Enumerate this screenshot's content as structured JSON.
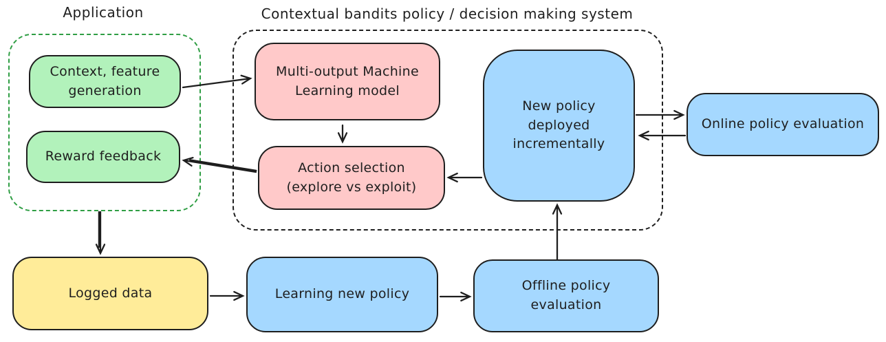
{
  "diagram": {
    "stroke_color": "#1e1e1e",
    "background_color": "#ffffff",
    "containers": [
      {
        "id": "application",
        "label": "Application",
        "border_color": "#2f9e44",
        "border_style": "dashed"
      },
      {
        "id": "bandits",
        "label": "Contextual bandits policy / decision making system",
        "border_color": "#1e1e1e",
        "border_style": "dashed"
      }
    ],
    "nodes": [
      {
        "id": "context",
        "label": "Context, feature generation",
        "fill": "#b2f2bb",
        "container": "application"
      },
      {
        "id": "reward",
        "label": "Reward feedback",
        "fill": "#b2f2bb",
        "container": "application"
      },
      {
        "id": "multi_output",
        "label": "Multi-output Machine Learning model",
        "fill": "#ffc9c9",
        "container": "bandits"
      },
      {
        "id": "action_selection",
        "label": "Action selection (explore vs exploit)",
        "fill": "#ffc9c9",
        "container": "bandits"
      },
      {
        "id": "new_policy",
        "label": "New policy deployed incrementally",
        "fill": "#a5d8ff",
        "container": "bandits"
      },
      {
        "id": "online_eval",
        "label": "Online policy evaluation",
        "fill": "#a5d8ff",
        "container": null
      },
      {
        "id": "logged_data",
        "label": "Logged data",
        "fill": "#ffec99",
        "container": null
      },
      {
        "id": "learning",
        "label": "Learning new policy",
        "fill": "#a5d8ff",
        "container": null
      },
      {
        "id": "offline_eval",
        "label": "Offline policy evaluation",
        "fill": "#a5d8ff",
        "container": null
      }
    ],
    "edges": [
      {
        "from": "context",
        "to": "multi_output",
        "points": [
          [
            266,
            127
          ],
          [
            364,
            114
          ]
        ],
        "double": false
      },
      {
        "from": "multi_output",
        "to": "action_selection",
        "points": [
          [
            498,
            182
          ],
          [
            498,
            206
          ]
        ],
        "double": false
      },
      {
        "from": "action_selection",
        "to": "reward",
        "points": [
          [
            372,
            250
          ],
          [
            267,
            233
          ]
        ],
        "double": true
      },
      {
        "from": "new_policy",
        "to": "action_selection",
        "points": [
          [
            700,
            258
          ],
          [
            652,
            258
          ]
        ],
        "double": false
      },
      {
        "from": "new_policy",
        "to": "online_eval",
        "points": [
          [
            925,
            167
          ],
          [
            993,
            167
          ]
        ],
        "double": false
      },
      {
        "from": "online_eval",
        "to": "new_policy",
        "points": [
          [
            996,
            197
          ],
          [
            930,
            197
          ]
        ],
        "double": false
      },
      {
        "from": "application",
        "to": "logged_data",
        "points": [
          [
            146,
            308
          ],
          [
            146,
            368
          ]
        ],
        "double": true
      },
      {
        "from": "logged_data",
        "to": "learning",
        "points": [
          [
            306,
            430
          ],
          [
            353,
            430
          ]
        ],
        "double": false
      },
      {
        "from": "learning",
        "to": "offline_eval",
        "points": [
          [
            640,
            431
          ],
          [
            683,
            431
          ]
        ],
        "double": false
      },
      {
        "from": "offline_eval",
        "to": "new_policy",
        "points": [
          [
            810,
            377
          ],
          [
            810,
            298
          ]
        ],
        "double": false
      }
    ]
  }
}
